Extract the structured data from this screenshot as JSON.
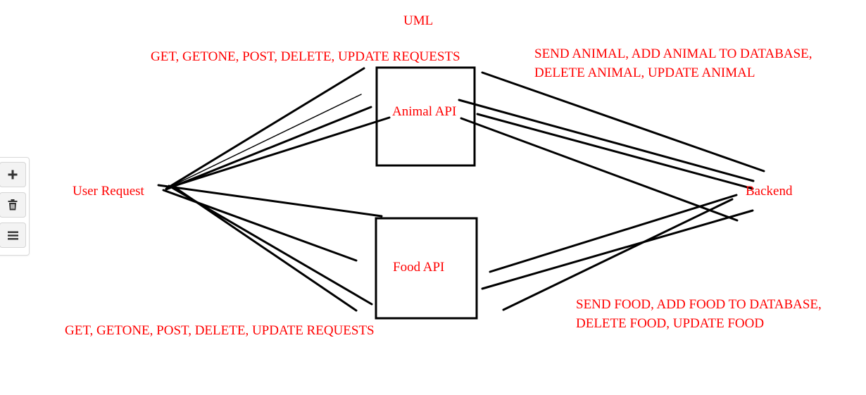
{
  "diagram": {
    "title": "UML",
    "nodes": {
      "user_request": "User Request",
      "animal_api": "Animal API",
      "food_api": "Food API",
      "backend": "Backend"
    },
    "annotations": {
      "top_requests": "GET, GETONE, POST, DELETE, UPDATE REQUESTS",
      "bottom_requests": "GET, GETONE, POST, DELETE, UPDATE REQUESTS",
      "animal_ops_line1": "SEND ANIMAL, ADD ANIMAL TO DATABASE,",
      "animal_ops_line2": "DELETE ANIMAL, UPDATE ANIMAL",
      "food_ops_line1": "SEND FOOD, ADD FOOD TO DATABASE,",
      "food_ops_line2": "DELETE FOOD, UPDATE FOOD"
    },
    "label_color": "#ff0000",
    "line_color": "#000000"
  },
  "toolbar": {
    "buttons": [
      {
        "icon": "plus-icon"
      },
      {
        "icon": "trash-icon"
      },
      {
        "icon": "menu-icon"
      }
    ]
  }
}
